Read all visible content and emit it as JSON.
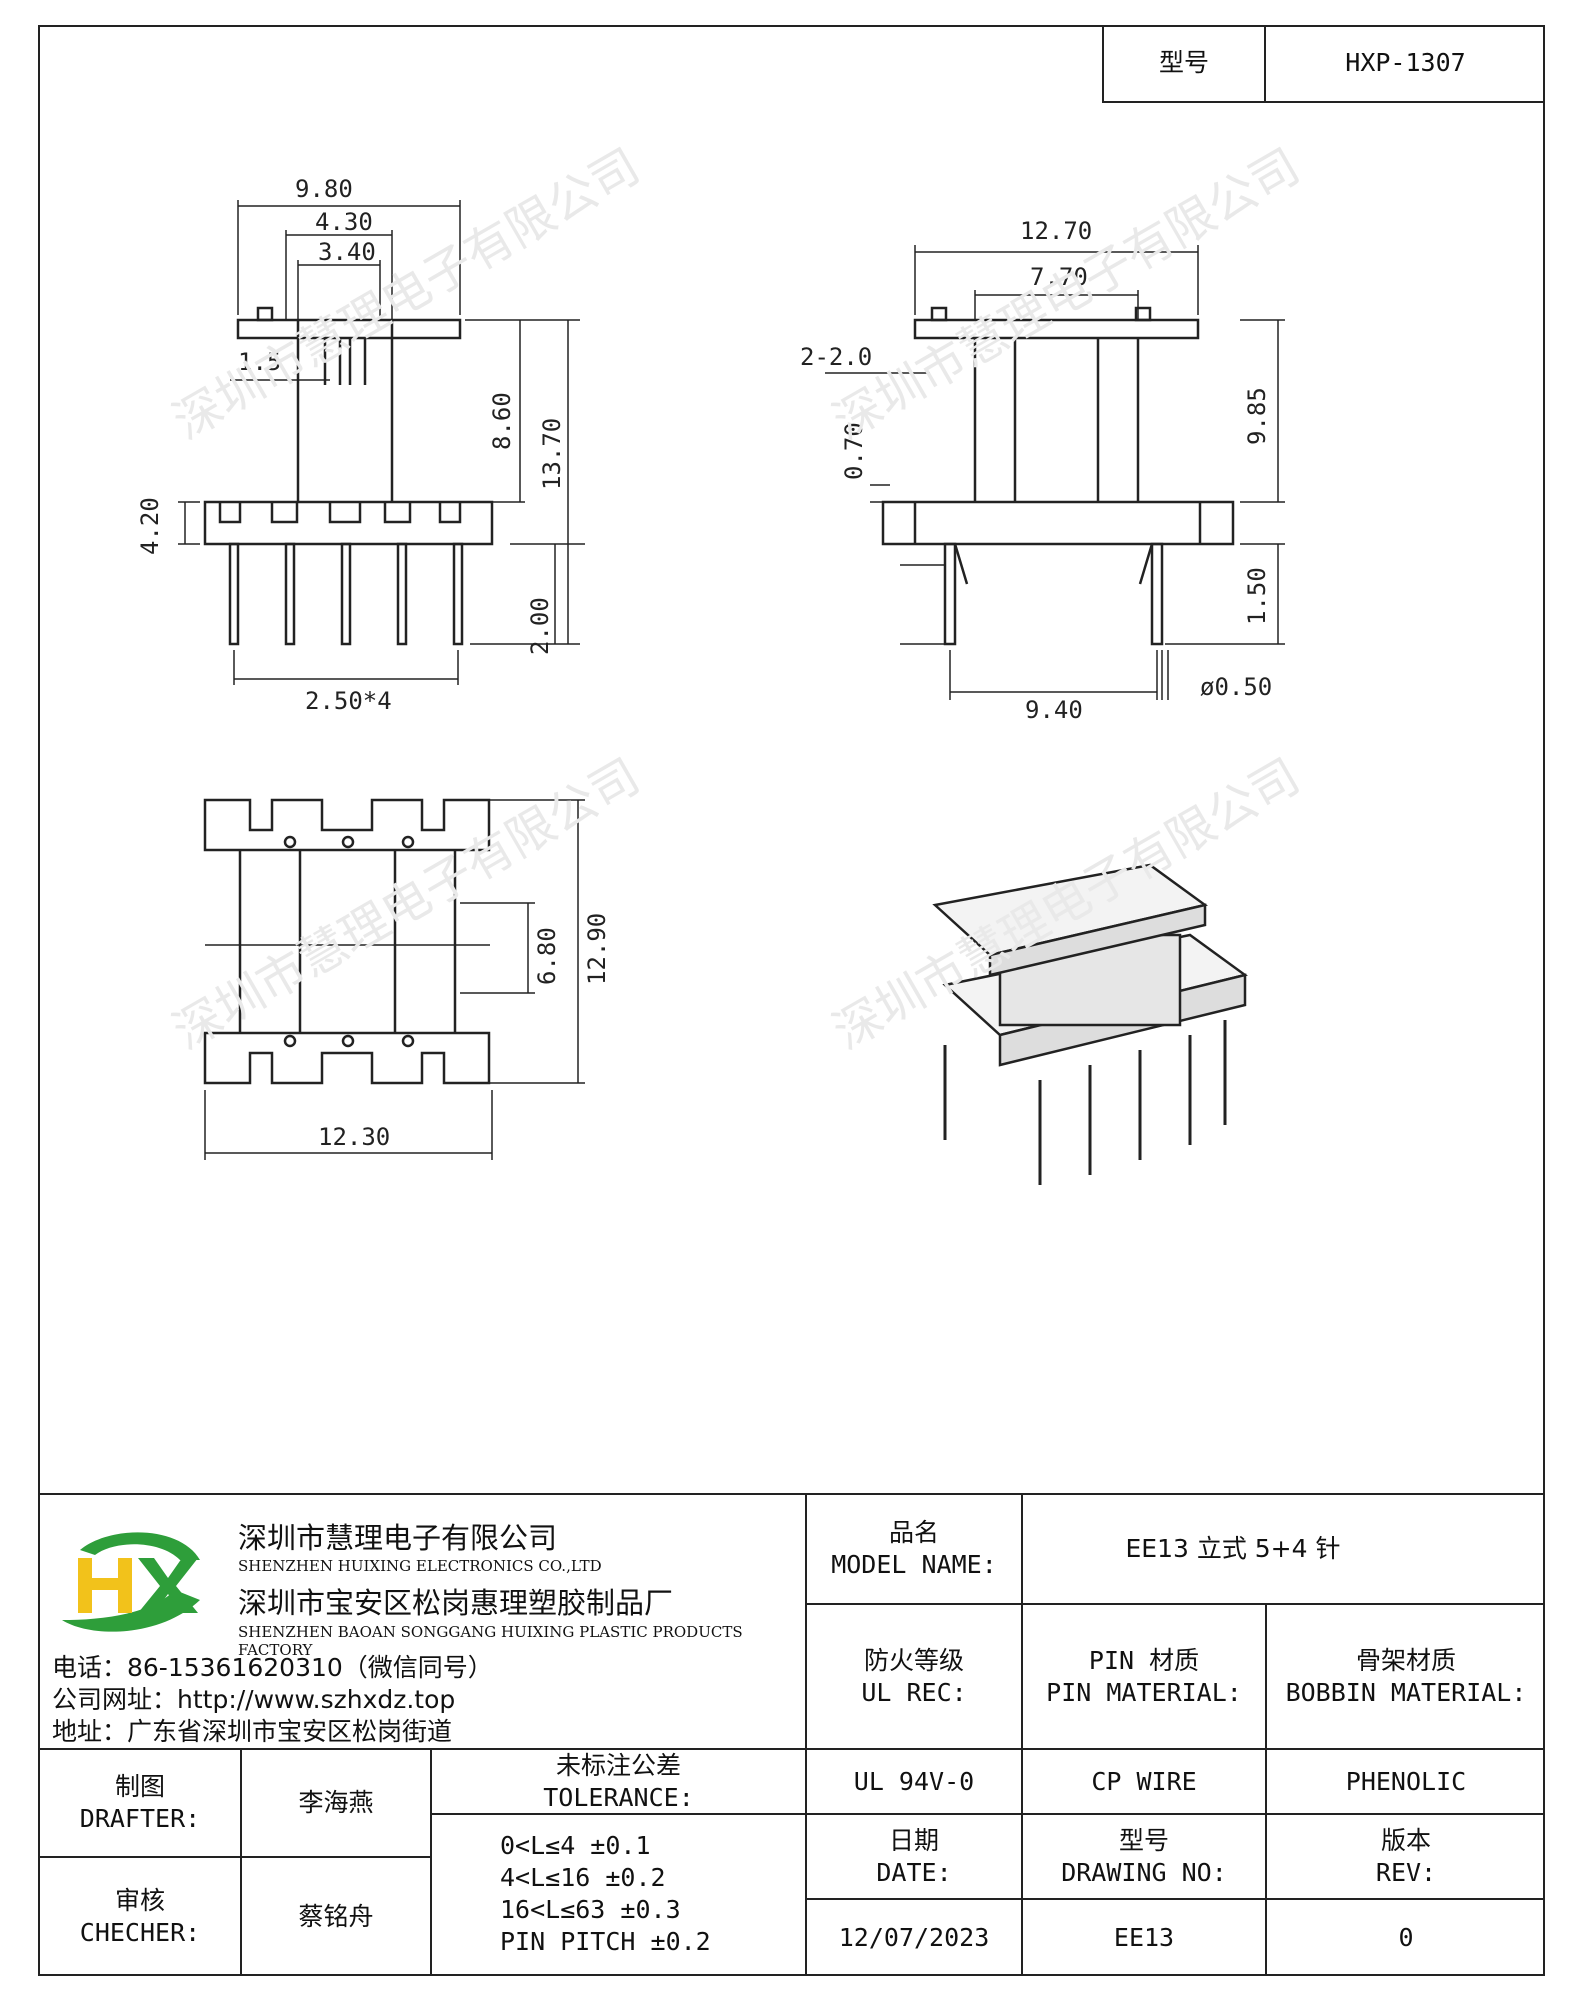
{
  "header": {
    "label": "型号",
    "value": "HXP-1307"
  },
  "watermark": "深圳市慧理电子有限公司",
  "dims": {
    "front": {
      "d1": "9.80",
      "d2": "4.30",
      "d3": "3.40",
      "d4": "1.5",
      "d5": "8.60",
      "d6": "13.70",
      "d7": "4.20",
      "d8": "2.00",
      "d9": "2.50*4"
    },
    "side": {
      "d1": "12.70",
      "d2": "7.70",
      "d3": "2-2.0",
      "d4": "0.70",
      "d5": "9.85",
      "d6": "1.50",
      "d7": "9.40",
      "d8": "ø0.50"
    },
    "bottom": {
      "d1": "6.80",
      "d2": "12.90",
      "d3": "12.30"
    }
  },
  "company": {
    "name_cn": "深圳市慧理电子有限公司",
    "name_en": "SHENZHEN HUIXING ELECTRONICS CO.,LTD",
    "factory_cn": "深圳市宝安区松岗惠理塑胶制品厂",
    "factory_en": "SHENZHEN BAOAN SONGGANG HUIXING PLASTIC PRODUCTS FACTORY",
    "phone": "电话：86-15361620310（微信同号）",
    "website": "公司网址：http://www.szhxdz.top",
    "address": "地址：广东省深圳市宝安区松岗街道"
  },
  "titleblock": {
    "model_name_label_cn": "品名",
    "model_name_label_en": "MODEL NAME:",
    "model_name_value": "EE13 立式 5+4 针",
    "ul_label_cn": "防火等级",
    "ul_label_en": "UL REC:",
    "pin_label_cn": "PIN 材质",
    "pin_label_en": "PIN MATERIAL:",
    "bobbin_label_cn": "骨架材质",
    "bobbin_label_en": "BOBBIN MATERIAL:",
    "ul_value": "UL 94V-0",
    "pin_value": "CP WIRE",
    "bobbin_value": "PHENOLIC",
    "drafter_label_cn": "制图",
    "drafter_label_en": "DRAFTER:",
    "drafter_value": "李海燕",
    "checker_label_cn": "审核",
    "checker_label_en": "CHECHER:",
    "checker_value": "蔡铭舟",
    "tolerance_label_cn": "未标注公差",
    "tolerance_label_en": "TOLERANCE:",
    "tolerance_lines": [
      "0<L≤4  ±0.1",
      "4<L≤16 ±0.2",
      "16<L≤63 ±0.3",
      "PIN PITCH ±0.2"
    ],
    "date_label_cn": "日期",
    "date_label_en": "DATE:",
    "drawing_no_label_cn": "型号",
    "drawing_no_label_en": "DRAWING NO:",
    "rev_label_cn": "版本",
    "rev_label_en": "REV:",
    "date_value": "12/07/2023",
    "drawing_no_value": "EE13",
    "rev_value": "0"
  },
  "colors": {
    "logo_green": "#2e9e3a",
    "logo_yellow": "#f2c21b",
    "line": "#222222"
  }
}
